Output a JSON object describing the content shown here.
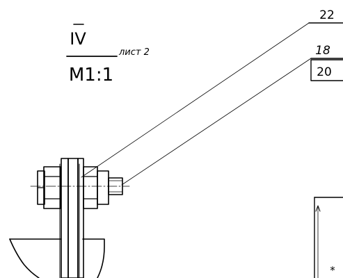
{
  "view": {
    "roman": "IV",
    "scale": "M1:1",
    "sheet": "лист 2"
  },
  "callouts": [
    {
      "number": "22"
    },
    {
      "number": "18"
    },
    {
      "number": "20"
    }
  ],
  "note_mark": "*",
  "colors": {
    "ink": "#000000",
    "paper": "#ffffff"
  }
}
